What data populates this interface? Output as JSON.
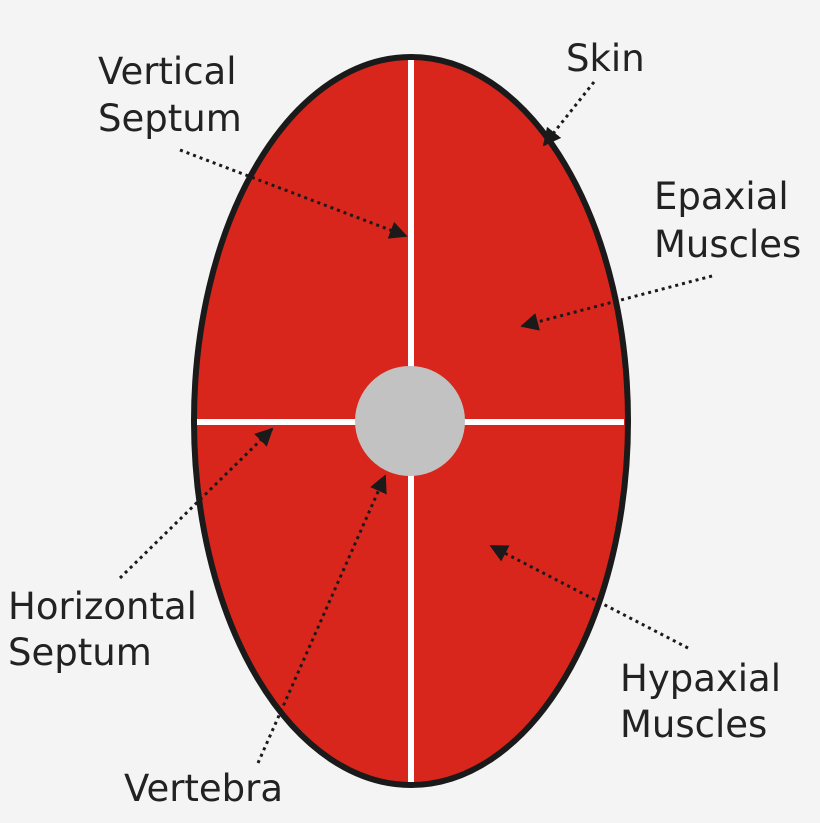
{
  "labels": {
    "vertical_septum": [
      "Vertical",
      "Septum"
    ],
    "skin": "Skin",
    "epaxial_muscles": [
      "Epaxial",
      "Muscles"
    ],
    "horizontal_septum": [
      "Horizontal",
      "Septum"
    ],
    "hypaxial_muscles": [
      "Hypaxial",
      "Muscles"
    ],
    "vertebra": "Vertebra"
  },
  "colors": {
    "background": "#f4f4f4",
    "muscle": "#d9261c",
    "outline": "#1a1a1a",
    "septum": "#ffffff",
    "vertebra": "#c2c2c2",
    "text": "#222222"
  }
}
